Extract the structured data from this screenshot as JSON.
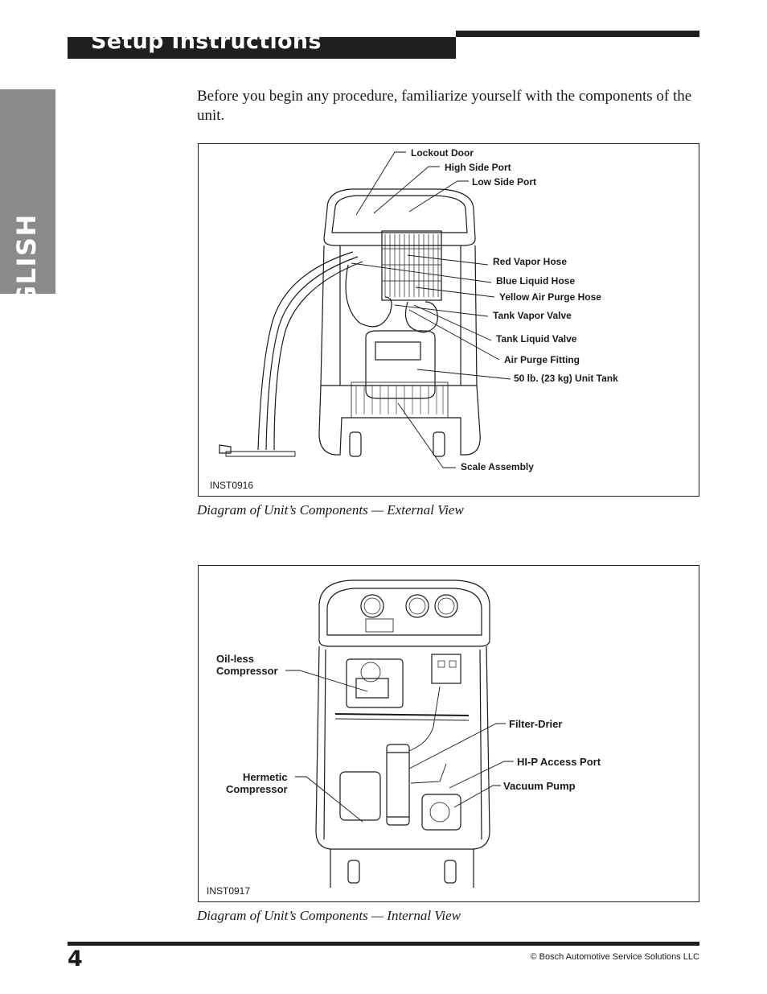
{
  "header": {
    "title": "Setup Instructions"
  },
  "side_tab": {
    "label": "ENGLISH"
  },
  "intro": "Before you begin any procedure, familiarize yourself with the components of the unit.",
  "figure_external": {
    "id": "INST0916",
    "caption": "Diagram of Unit’s Components — External View",
    "callouts": {
      "lockout_door": "Lockout Door",
      "high_side_port": "High Side Port",
      "low_side_port": "Low Side Port",
      "red_vapor_hose": "Red Vapor Hose",
      "blue_liquid_hose": "Blue Liquid Hose",
      "yellow_air_purge_hose": "Yellow Air Purge Hose",
      "tank_vapor_valve": "Tank Vapor Valve",
      "tank_liquid_valve": "Tank Liquid Valve",
      "air_purge_fitting": "Air Purge Fitting",
      "unit_tank": "50 lb. (23 kg) Unit Tank",
      "scale_assembly": "Scale Assembly"
    }
  },
  "figure_internal": {
    "id": "INST0917",
    "caption": "Diagram of Unit’s Components — Internal View",
    "callouts": {
      "oil_less_compressor": "Oil-less\nCompressor",
      "hermetic_compressor": "Hermetic\nCompressor",
      "filter_drier": "Filter-Drier",
      "hi_p_access_port": "HI-P Access Port",
      "vacuum_pump": "Vacuum Pump"
    }
  },
  "footer": {
    "page_number": "4",
    "copyright": "© Bosch Automotive Service Solutions LLC"
  }
}
